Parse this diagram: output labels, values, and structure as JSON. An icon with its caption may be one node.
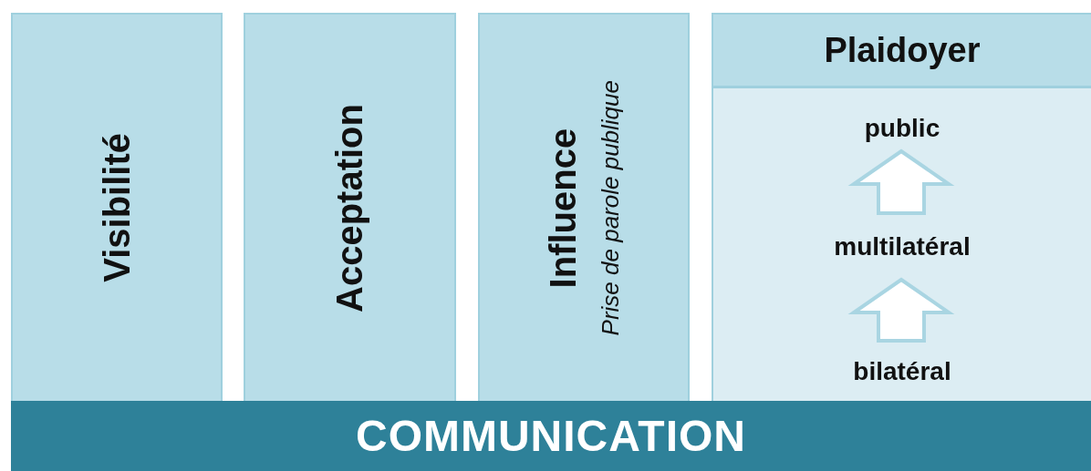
{
  "diagram": {
    "nodes": [
      {
        "text": [
          "Visibilité"
        ]
      },
      {
        "text": [
          "Acceptation"
        ]
      },
      {
        "text": [
          "Influence",
          "Prise de parole publique"
        ]
      },
      {
        "text": [
          "Plaidoyer"
        ]
      },
      {
        "text": [
          "public"
        ],
        "in": 3
      },
      {
        "text": [
          "multilatéral"
        ],
        "in": 3
      },
      {
        "text": [
          "bilatéral"
        ],
        "in": 3
      },
      {
        "text": [
          "COMMUNICATION"
        ]
      }
    ],
    "edges": [
      {
        "from": 6,
        "to": 5,
        "arrow": "to"
      },
      {
        "from": 5,
        "to": 4,
        "arrow": "to"
      }
    ]
  }
}
